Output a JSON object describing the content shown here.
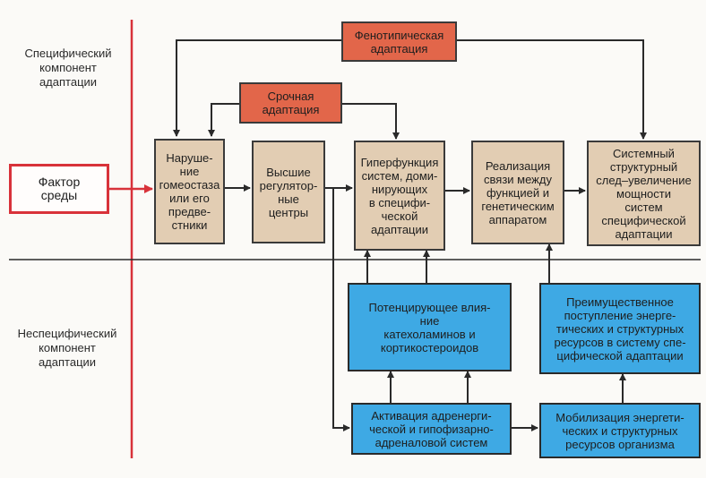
{
  "side_labels": {
    "specific": "Специфический\nкомпонент\nадаптации",
    "nonspecific": "Неспецифический\nкомпонент\nадаптации"
  },
  "boxes": {
    "factor": "Фактор\nсреды",
    "phenotypic": "Фенотипическая\nадаптация",
    "urgent": "Срочная\nадаптация",
    "homeostasis": "Наруше-\nние\nгомеостаза\nили его\nпредве-\nстники",
    "regulatory": "Высшие\nрегулятор-\nные\nцентры",
    "hyperfunction": "Гиперфункция\nсистем, доми-\nнирующих\nв специфи-\nческой\nадаптации",
    "realization": "Реализация\nсвязи между\nфункцией и\nгенетическим\nаппаратом",
    "systemic": "Системный\nструктурный\nслед–увеличение\nмощности\nсистем\nспецифической\nадаптации",
    "potentiating": "Потенцирующее влия-\nние\nкатехоламинов и\nкортикостероидов",
    "preferential": "Преимущественное\nпоступление энерге-\nтических и структурных\nресурсов в систему спе-\nцифической адаптации",
    "activation": "Активация адренерги-\nческой и гипофизарно-\nадреналовой систем",
    "mobilization": "Мобилизация энергети-\nческих и структурных\nресурсов организма"
  },
  "colors": {
    "tan": "#e2cdb3",
    "blue": "#3ea9e4",
    "red": "#e2664a",
    "factor_border": "#d8323a",
    "divider": "#d8323a"
  }
}
